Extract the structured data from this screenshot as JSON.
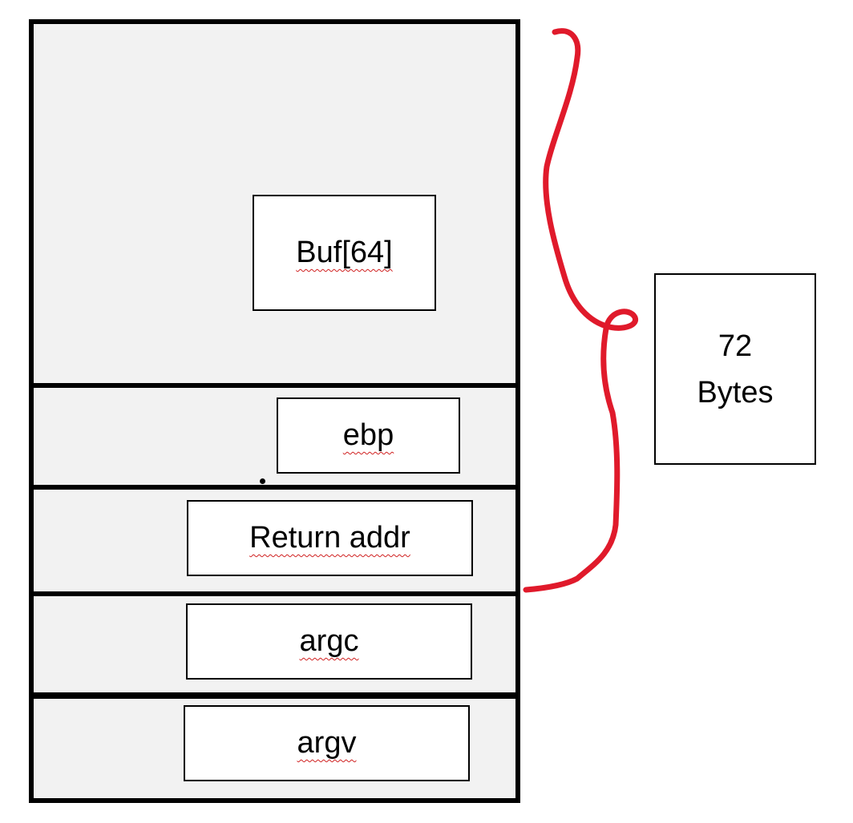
{
  "stack": {
    "buf": "Buf[64]",
    "ebp": "ebp",
    "return_addr": "Return addr",
    "argc": "argc",
    "argv": "argv"
  },
  "size_box": {
    "value": "72",
    "unit": "Bytes"
  },
  "colors": {
    "segment_fill": "#f2f2f2",
    "border": "#000000",
    "brace": "#e01a2b",
    "spell_underline": "#d02020"
  },
  "icons": {
    "brace": "curly-brace-annotation"
  }
}
